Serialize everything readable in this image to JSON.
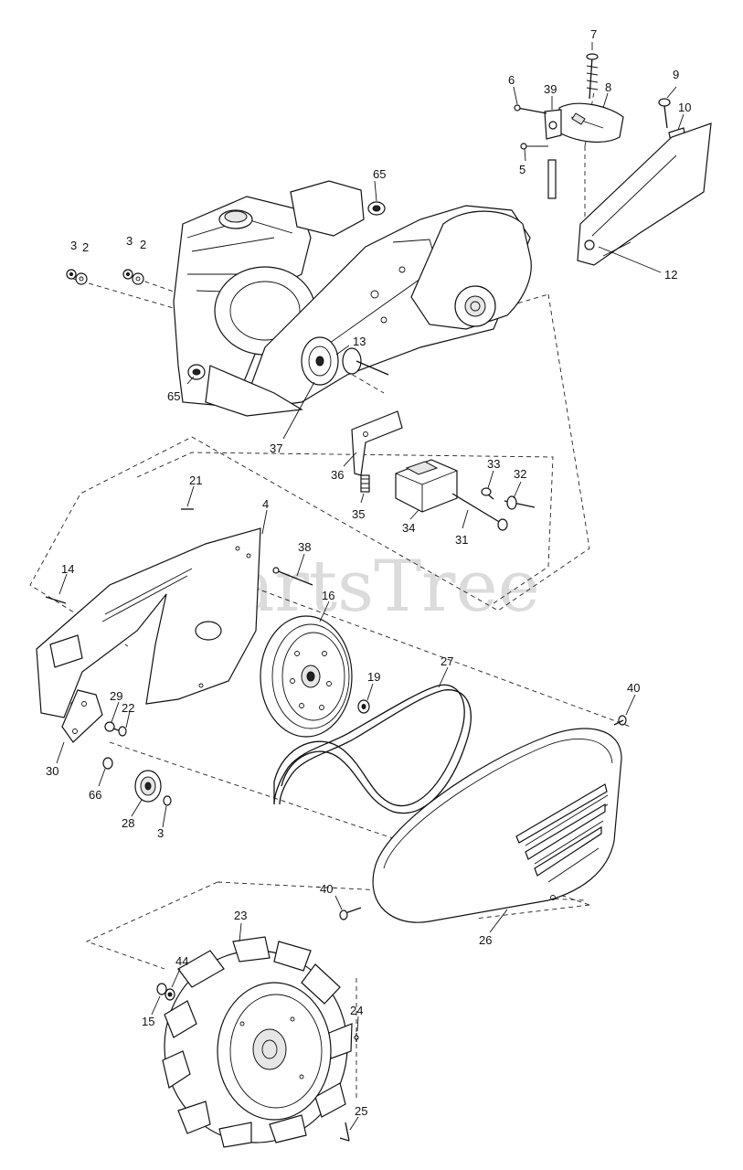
{
  "watermark": "PartsTree",
  "callouts": {
    "c7": "7",
    "c6": "6",
    "c39": "39",
    "c8": "8",
    "c9": "9",
    "c10": "10",
    "c5": "5",
    "c65a": "65",
    "c3a": "3",
    "c2a": "2",
    "c3b": "3",
    "c2b": "2",
    "c12": "12",
    "c13": "13",
    "c65b": "65",
    "c37": "37",
    "c36": "36",
    "c33": "33",
    "c32": "32",
    "c21": "21",
    "c4": "4",
    "c35": "35",
    "c34": "34",
    "c31": "31",
    "c38": "38",
    "c14": "14",
    "c16": "16",
    "c27": "27",
    "c19": "19",
    "c40a": "40",
    "c29": "29",
    "c22": "22",
    "c30": "30",
    "c66": "66",
    "c28": "28",
    "c3c": "3",
    "c40b": "40",
    "c26": "26",
    "c23": "23",
    "c44": "44",
    "c15": "15",
    "c24": "24",
    "c25": "25"
  }
}
